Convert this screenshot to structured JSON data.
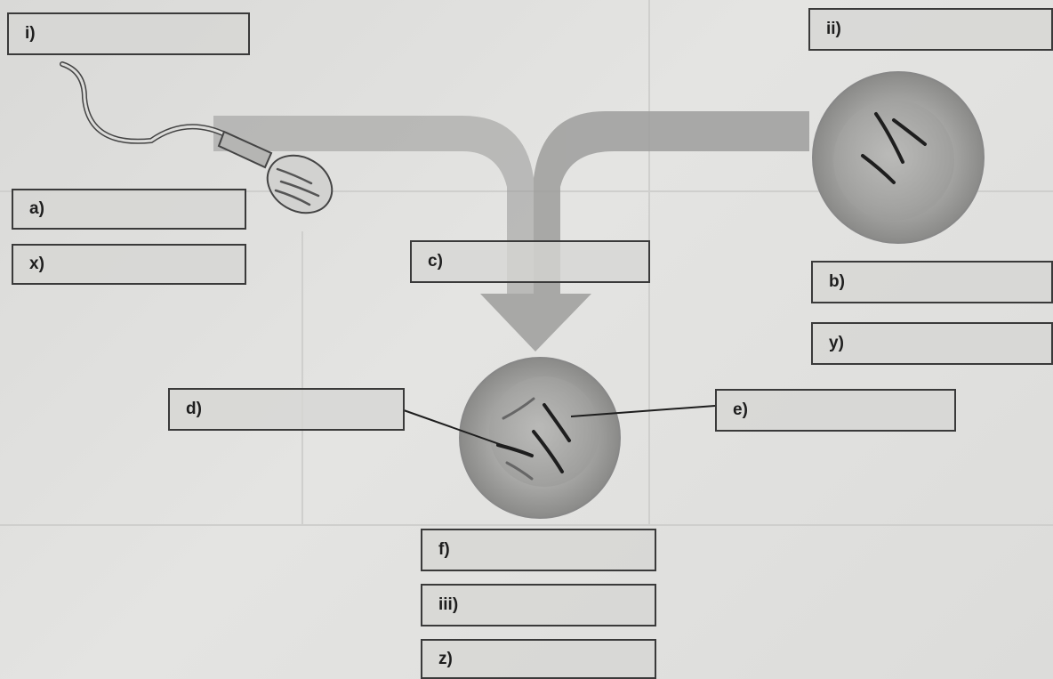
{
  "labels": {
    "i": "i)",
    "ii": "ii)",
    "a": "a)",
    "x": "x)",
    "b": "b)",
    "y": "y)",
    "c": "c)",
    "d": "d)",
    "e": "e)",
    "f": "f)",
    "iii": "iii)",
    "z": "z)"
  },
  "colors": {
    "background": "#dcdcda",
    "box_border": "#3a3a3a",
    "arrow": "#9a9a9a",
    "cell": "#8f8f8f",
    "chromosome": "#1e1e1e"
  }
}
